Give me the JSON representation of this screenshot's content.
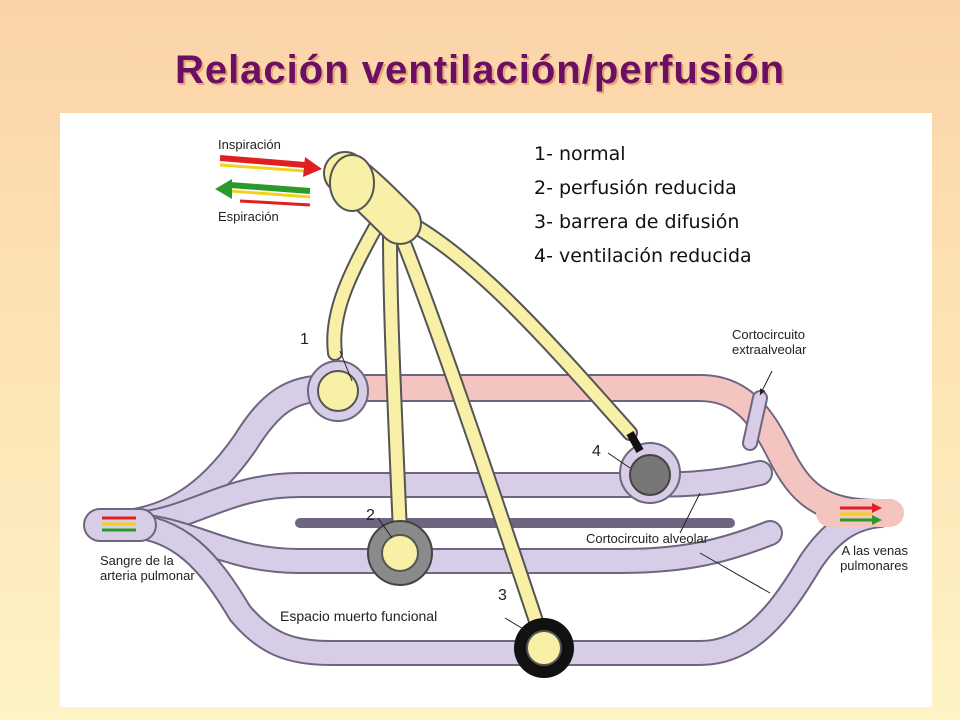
{
  "title": "Relación ventilación/perfusión",
  "legend": [
    "1- normal",
    "2- perfusión reducida",
    "3- barrera de difusión",
    "4- ventilación reducida"
  ],
  "labels": {
    "inspiracion": "Inspiración",
    "espiracion": "Espiración",
    "cortocircuito_extra": "Cortocircuito extraalveolar",
    "cortocircuito_alveolar": "Cortocircuito alveolar",
    "sangre": "Sangre de la arteria pulmonar",
    "venas": "A las venas pulmonares",
    "espacio_muerto": "Espacio muerto funcional"
  },
  "numbers": [
    "1",
    "2",
    "3",
    "4"
  ],
  "colors": {
    "title": "#6b0f63",
    "airway": "#f7f0a6",
    "vessel": "#d8cde6",
    "oxygenated": "#f4c4c0",
    "arrow_red": "#e02020",
    "arrow_green": "#2a9a2a"
  }
}
